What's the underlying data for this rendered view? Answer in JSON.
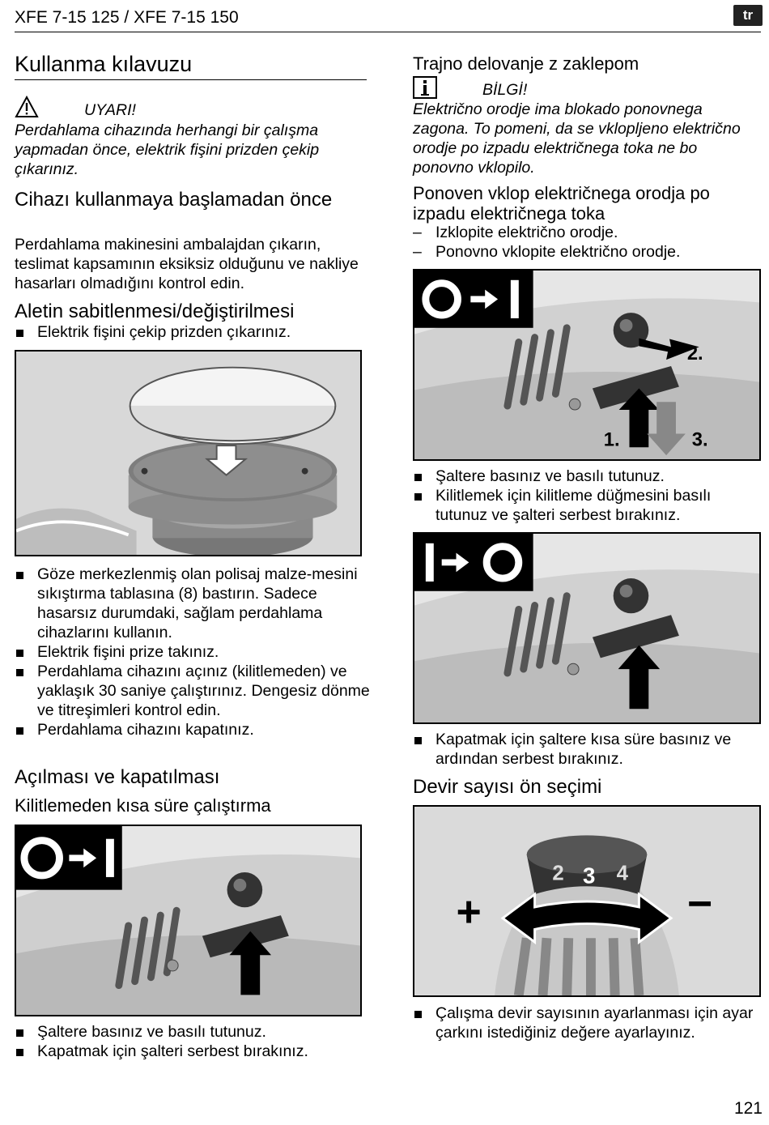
{
  "header": {
    "title": "XFE 7-15 125 / XFE 7-15 150",
    "lang": "tr"
  },
  "page_number": "121",
  "left": {
    "heading": "Kullanma kılavuzu",
    "warning_label": "UYARI!",
    "warning_text": "Perdahlama cihazında herhangi bir çalışma yapmadan önce, elektrik fişini prizden çekip çıkarınız.",
    "before_use_heading": "Cihazı kullanmaya başlamadan önce",
    "before_use_text": "Perdahlama makinesini ambalajdan çıkarın, teslimat kapsamının eksiksiz olduğunu ve nakliye hasarları olmadığını kontrol edin.",
    "mount_heading": "Aletin sabitlenmesi/değiştirilmesi",
    "mount_bullets": [
      "Elektrik fişini çekip prizden çıkarınız."
    ],
    "mount_bullets_2": [
      "Göze merkezlenmiş olan polisaj malze-mesini sıkıştırma tablasına (8) bastırın. Sadece hasarsız durumdaki, sağlam perdahlama cihazlarını kullanın.",
      "Elektrik fişini prize takınız.",
      "Perdahlama cihazını açınız (kilitlemeden) ve yaklaşık 30 saniye çalıştırınız. Dengesiz dönme ve titreşimleri kontrol edin.",
      "Perdahlama cihazını kapatınız."
    ],
    "onoff_heading": "Açılması ve kapatılması",
    "short_run_heading": "Kilitlemeden kısa süre çalıştırma",
    "short_run_bullets": [
      "Şaltere basınız ve basılı tutunuz.",
      "Kapatmak için şalteri serbest bırakınız."
    ]
  },
  "right": {
    "lock_heading": "Trajno delovanje z zaklepom",
    "info_label": "BİLGİ!",
    "info_text": "Električno orodje ima blokado ponovnega zagona. To pomeni, da se vklopljeno električno orodje po izpadu električnega toka ne bo ponovno vklopilo.",
    "restart_heading": "Ponoven vklop električnega orodja po izpadu električnega toka",
    "restart_dashes": [
      "Izklopite električno orodje.",
      "Ponovno vklopite električno orodje."
    ],
    "lock_bullets": [
      "Şaltere basınız ve basılı tutunuz.",
      "Kilitlemek için kilitleme düğmesini basılı tutunuz ve şalteri serbest bırakınız."
    ],
    "off_bullets": [
      "Kapatmak için şaltere kısa süre basınız ve ardından serbest bırakınız."
    ],
    "speed_heading": "Devir sayısı ön seçimi",
    "speed_bullets": [
      "Çalışma devir sayısının ayarlanması için ayar çarkını istediğiniz değere ayarlayınız."
    ]
  },
  "figures": {
    "lock_fig": {
      "step_labels": [
        "1.",
        "2.",
        "3."
      ]
    },
    "dial_fig": {
      "dial_numbers": [
        "2",
        "3",
        "4"
      ],
      "plus": "+",
      "minus": "−"
    }
  }
}
